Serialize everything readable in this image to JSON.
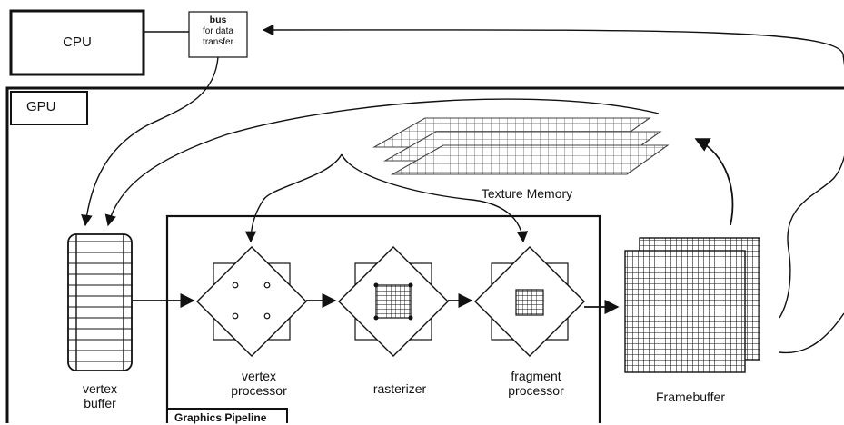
{
  "cpu": {
    "label": "CPU"
  },
  "bus": {
    "title": "bus",
    "line1": "for data",
    "line2": "transfer"
  },
  "gpu": {
    "label": "GPU"
  },
  "texture_memory": {
    "label": "Texture Memory"
  },
  "vertex_buffer": {
    "line1": "vertex",
    "line2": "buffer"
  },
  "vertex_processor": {
    "line1": "vertex",
    "line2": "processor"
  },
  "rasterizer": {
    "label": "rasterizer"
  },
  "fragment_processor": {
    "line1": "fragment",
    "line2": "processor"
  },
  "framebuffer": {
    "label": "Framebuffer"
  },
  "graphics_pipeline": {
    "label": "Graphics Pipeline"
  },
  "colors": {
    "stroke": "#111111",
    "background": "#ffffff"
  }
}
